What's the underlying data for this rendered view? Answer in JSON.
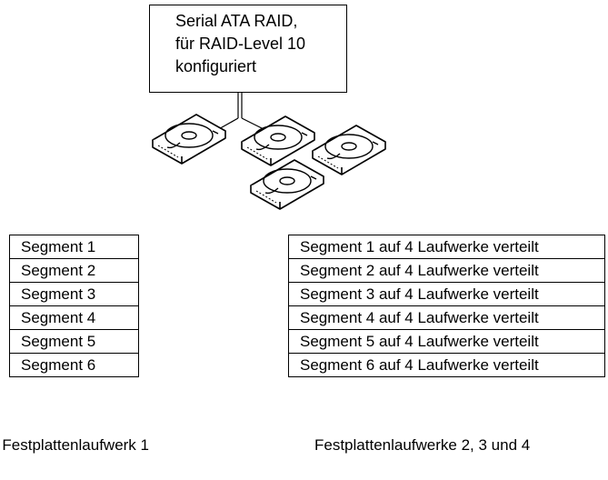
{
  "raid_box": {
    "line1": "Serial ATA RAID,",
    "line2": "für RAID-Level 10",
    "line3": "konfiguriert"
  },
  "left_table": {
    "rows": [
      "Segment 1",
      "Segment 2",
      "Segment 3",
      "Segment 4",
      "Segment 5",
      "Segment 6"
    ]
  },
  "right_table": {
    "rows": [
      "Segment 1 auf 4 Laufwerke verteilt",
      "Segment 2 auf 4 Laufwerke verteilt",
      "Segment 3 auf 4 Laufwerke verteilt",
      "Segment 4 auf 4 Laufwerke verteilt",
      "Segment 5 auf 4 Laufwerke verteilt",
      "Segment 6 auf 4 Laufwerke verteilt"
    ]
  },
  "labels": {
    "left": "Festplattenlaufwerk 1",
    "right": "Festplattenlaufwerke 2, 3 und 4"
  }
}
